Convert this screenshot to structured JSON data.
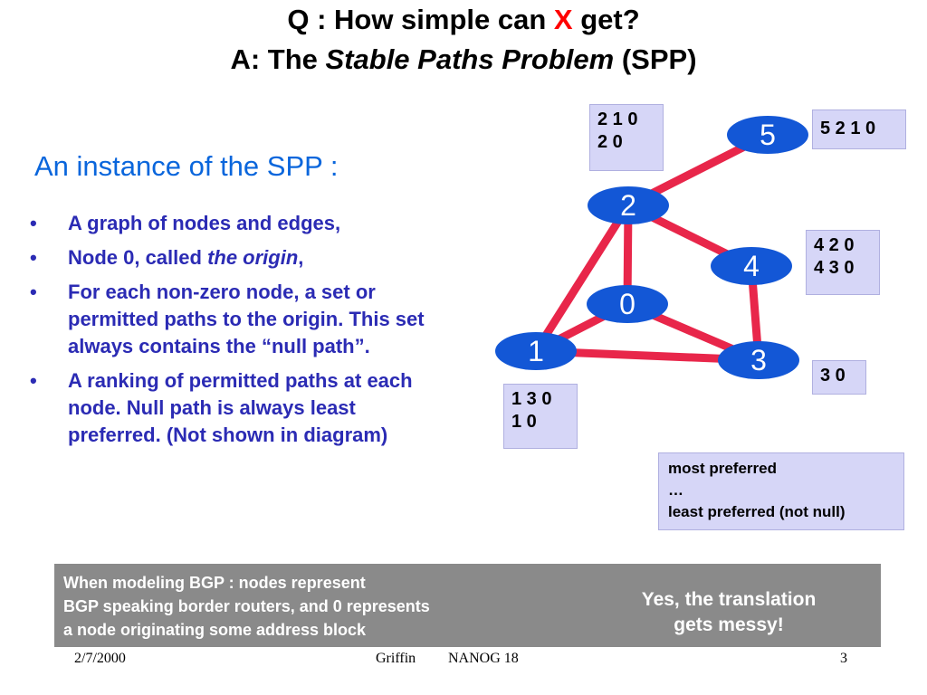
{
  "title": {
    "line1_prefix": "Q : How simple can ",
    "line1_highlight": "X",
    "line1_suffix": " get?",
    "line2_prefix": "A: The ",
    "line2_italic": "Stable Paths Problem",
    "line2_suffix": " (SPP)"
  },
  "section_heading": "An instance of the SPP :",
  "bullets": [
    {
      "text": "A graph of nodes and edges,"
    },
    {
      "text_prefix": "Node 0, called ",
      "text_italic": "the origin",
      "text_suffix": ","
    },
    {
      "text": "For each non-zero node, a set or permitted paths to  the origin.  This set always contains the “null path”."
    },
    {
      "text": "A ranking of permitted paths at each node. Null path is always least preferred. (Not shown in diagram)"
    }
  ],
  "graph": {
    "node_color": "#1357d6",
    "edge_color": "#e8264a",
    "nodes": [
      {
        "id": "0",
        "label": "0"
      },
      {
        "id": "1",
        "label": "1"
      },
      {
        "id": "2",
        "label": "2"
      },
      {
        "id": "3",
        "label": "3"
      },
      {
        "id": "4",
        "label": "4"
      },
      {
        "id": "5",
        "label": "5"
      }
    ],
    "edges": [
      [
        "5",
        "2"
      ],
      [
        "2",
        "1"
      ],
      [
        "2",
        "0"
      ],
      [
        "2",
        "4"
      ],
      [
        "4",
        "3"
      ],
      [
        "1",
        "0"
      ],
      [
        "1",
        "3"
      ],
      [
        "0",
        "3"
      ]
    ]
  },
  "path_lists": {
    "node2": [
      "2 1 0",
      "2 0"
    ],
    "node5": [
      "5 2 1 0"
    ],
    "node4": [
      "4 2 0",
      "4 3 0"
    ],
    "node3": [
      "3 0"
    ],
    "node1": [
      "1 3 0",
      "1 0"
    ]
  },
  "legend": {
    "line1": "most preferred",
    "line2": "…",
    "line3": "least preferred (not null)"
  },
  "note": {
    "left_lines": [
      "When modeling BGP : nodes represent",
      "BGP speaking border routers, and 0 represents",
      "a node originating some address block"
    ],
    "right_lines": [
      "Yes, the translation",
      "gets messy!"
    ]
  },
  "footer": {
    "date": "2/7/2000",
    "author": "Griffin",
    "event": "NANOG 18",
    "page": "3"
  }
}
